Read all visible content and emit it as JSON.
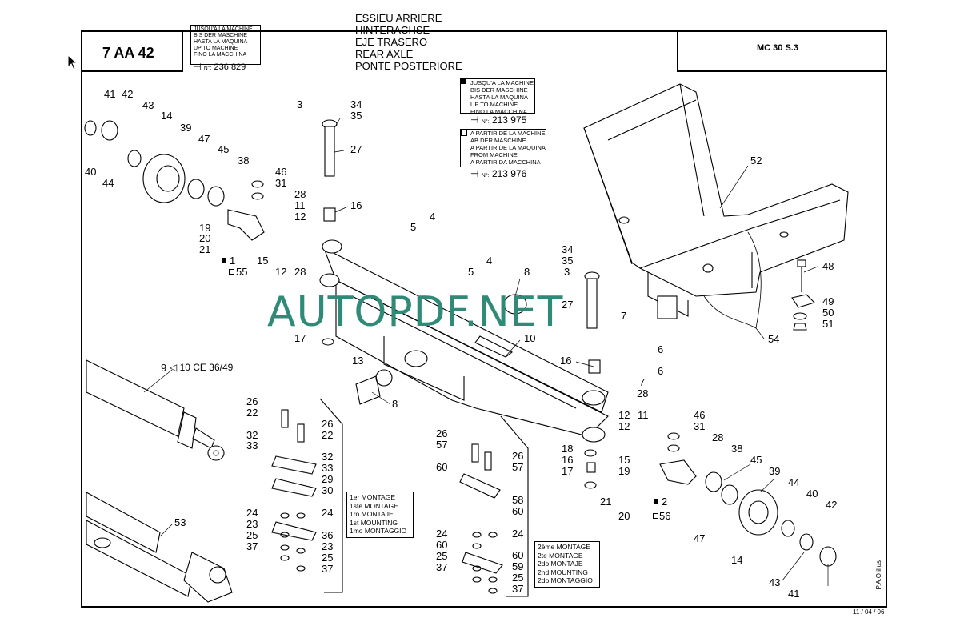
{
  "header": {
    "code": "7 AA 42",
    "serial_prefix": "N°:",
    "serial": "236 829",
    "validity_lines": [
      "JUSQU'A LA MACHINE",
      "BIS DER MASCHINE",
      "HASTA LA MAQUINA",
      "UP TO MACHINE",
      "FINO LA MACCHINA"
    ],
    "title_lines": [
      "ESSIEU ARRIERE",
      "HINTERACHSE",
      "EJE TRASERO",
      "REAR AXLE",
      "PONTE POSTERIORE"
    ],
    "model": "MC 30 S.3"
  },
  "notes": {
    "upto": {
      "lines": [
        "JUSQU'A LA MACHINE",
        "BIS DER MASCHINE",
        "HASTA LA MAQUINA",
        "UP TO MACHINE",
        "FINO LA MACCHINA"
      ],
      "serial_prefix": "N°:",
      "serial": "213 975"
    },
    "from": {
      "lines": [
        "A PARTIR DE LA MACHINE",
        "AB DER MASCHINE",
        "A PARTIR DE LA MAQUINA",
        "FROM MACHINE",
        "A PARTIR DA MACCHINA"
      ],
      "serial_prefix": "N°:",
      "serial": "213 976"
    },
    "first_mounting": [
      "1er MONTAGE",
      "1ste MONTAGE",
      "1ro MONTAJE",
      "1st MOUNTING",
      "1mo MONTAGGIO"
    ],
    "second_mounting": [
      "2ème MONTAGE",
      "2te MONTAGE",
      "2do MONTAJE",
      "2nd MOUNTING",
      "2do MONTAGGIO"
    ],
    "reference": "10 CE 36/49"
  },
  "watermark": "AUTOPDF.NET",
  "footer": {
    "date": "11 / 04 / 06",
    "credit": "P.A.O illus"
  },
  "callouts": {
    "c41a": "41",
    "c42a": "42",
    "c43a": "43",
    "c14a": "14",
    "c39a": "39",
    "c47a": "47",
    "c45a": "45",
    "c38a": "38",
    "c40a": "40",
    "c44a": "44",
    "c3a": "3",
    "c34a": "34",
    "c35a": "35",
    "c27a": "27",
    "c46a": "46",
    "c31a": "31",
    "c28a": "28",
    "c11a": "11",
    "c12a": "12",
    "c19a": "19",
    "c20a": "20",
    "c21a": "21",
    "c1a": "1",
    "c15a": "15",
    "c12b": "12",
    "c28b": "28",
    "c55a": "55",
    "c16a": "16",
    "c4a": "4",
    "c5a": "5",
    "c4b": "4",
    "c5b": "5",
    "c8a": "8",
    "c34b": "34",
    "c35b": "35",
    "c3b": "3",
    "c27b": "27",
    "c52a": "52",
    "c48a": "48",
    "c49a": "49",
    "c50a": "50",
    "c51a": "51",
    "c54a": "54",
    "c7a": "7",
    "c6a": "6",
    "c6b": "6",
    "c7b": "7",
    "c28c": "28",
    "c10a": "10",
    "c16b": "16",
    "c13a": "13",
    "c8b": "8",
    "c17a": "17",
    "c9a": "9",
    "c26a": "26",
    "c22a": "22",
    "c32a": "32",
    "c33a": "33",
    "c26b": "26",
    "c22b": "22",
    "c32b": "32",
    "c33b": "33",
    "c29a": "29",
    "c30a": "30",
    "c24a": "24",
    "c23a": "23",
    "c25a": "25",
    "c37a": "37",
    "c24b": "24",
    "c36a": "36",
    "c23b": "23",
    "c25b": "25",
    "c37b": "37",
    "c53a": "53",
    "c26c": "26",
    "c57a": "57",
    "c26d": "26",
    "c57b": "57",
    "c60a": "60",
    "c58a": "58",
    "c60b": "60",
    "c24c": "24",
    "c60c": "60",
    "c25c": "25",
    "c37c": "37",
    "c24d": "24",
    "c60d": "60",
    "c59a": "59",
    "c25d": "25",
    "c37d": "37",
    "c18a": "18",
    "c16c": "16",
    "c17b": "17",
    "c12c": "12",
    "c11b": "11",
    "c12d": "12",
    "c15b": "15",
    "c19b": "19",
    "c21b": "21",
    "c20b": "20",
    "c46b": "46",
    "c31b": "31",
    "c28d": "28",
    "c38b": "38",
    "c45b": "45",
    "c39b": "39",
    "c2a": "2",
    "c56a": "56",
    "c44b": "44",
    "c40b": "40",
    "c42b": "42",
    "c47b": "47",
    "c14b": "14",
    "c43b": "43",
    "c41b": "41"
  }
}
